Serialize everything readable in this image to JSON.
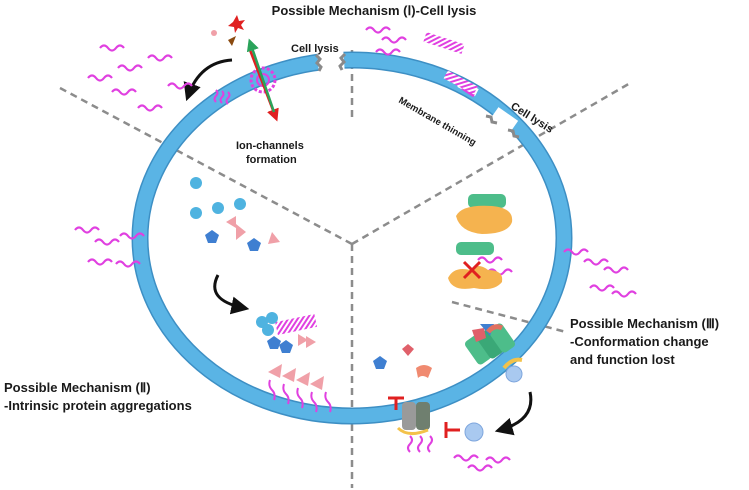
{
  "title_top": "Possible Mechanism (Ⅰ)-Cell lysis",
  "label_cell_lysis_top": "Cell lysis",
  "label_cell_lysis_right": "Cell lysis",
  "label_membrane_thinning": "Membrane thinning",
  "label_ion_channels_line1": "Ion-channels",
  "label_ion_channels_line2": "formation",
  "mechanism_2": {
    "line1": "Possible Mechanism (Ⅱ)",
    "line2": "-Intrinsic protein aggregations"
  },
  "mechanism_3": {
    "line1": "Possible Mechanism (Ⅲ)",
    "line2": "-Conformation change",
    "line3": "and function lost"
  },
  "colors": {
    "membrane": "#5ab4e5",
    "membrane_edge": "#3d8fc4",
    "peptide": "#e040e0",
    "divider": "#8c8c8c",
    "inhibit": "#e02020",
    "protein_green": "#4dbd8a",
    "protein_orange": "#f5b34f",
    "pentagon": "#3f7fd1",
    "triangle": "#f0a0a8",
    "diamond": "#e0606a"
  }
}
